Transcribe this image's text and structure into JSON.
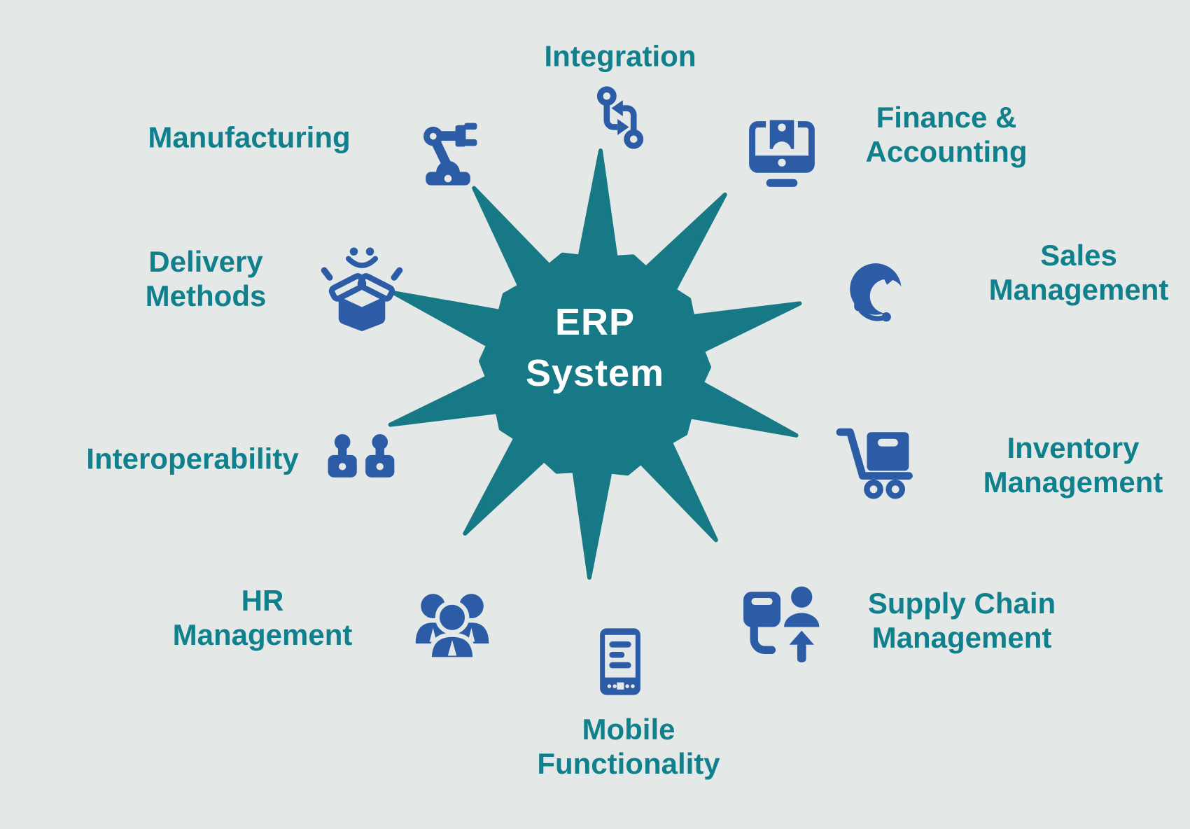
{
  "diagram_title": "ERP System",
  "center": {
    "line1": "ERP",
    "line2": "System"
  },
  "colors": {
    "background": "#e4e9e8",
    "starburst_teal": "#177985",
    "label_teal": "#10808d",
    "icon_blue": "#2d5ca7",
    "center_text": "#ffffff"
  },
  "features": [
    {
      "name": "integration",
      "label": "Integration",
      "icon": "sync-arrows-icon"
    },
    {
      "name": "finance-accounting",
      "label": "Finance &\nAccounting",
      "icon": "monitor-invoice-icon"
    },
    {
      "name": "sales-management",
      "label": "Sales\nManagement",
      "icon": "headset-agent-icon"
    },
    {
      "name": "inventory-management",
      "label": "Inventory\nManagement",
      "icon": "cart-box-icon"
    },
    {
      "name": "supply-chain-management",
      "label": "Supply Chain\nManagement",
      "icon": "box-person-arrow-icon"
    },
    {
      "name": "mobile-functionality",
      "label": "Mobile\nFunctionality",
      "icon": "tablet-icon"
    },
    {
      "name": "hr-management",
      "label": "HR\nManagement",
      "icon": "team-people-icon"
    },
    {
      "name": "interoperability",
      "label": "Interoperability",
      "icon": "people-laptops-icon"
    },
    {
      "name": "delivery-methods",
      "label": "Delivery\nMethods",
      "icon": "open-box-smile-icon"
    },
    {
      "name": "manufacturing",
      "label": "Manufacturing",
      "icon": "robot-arm-icon"
    }
  ]
}
